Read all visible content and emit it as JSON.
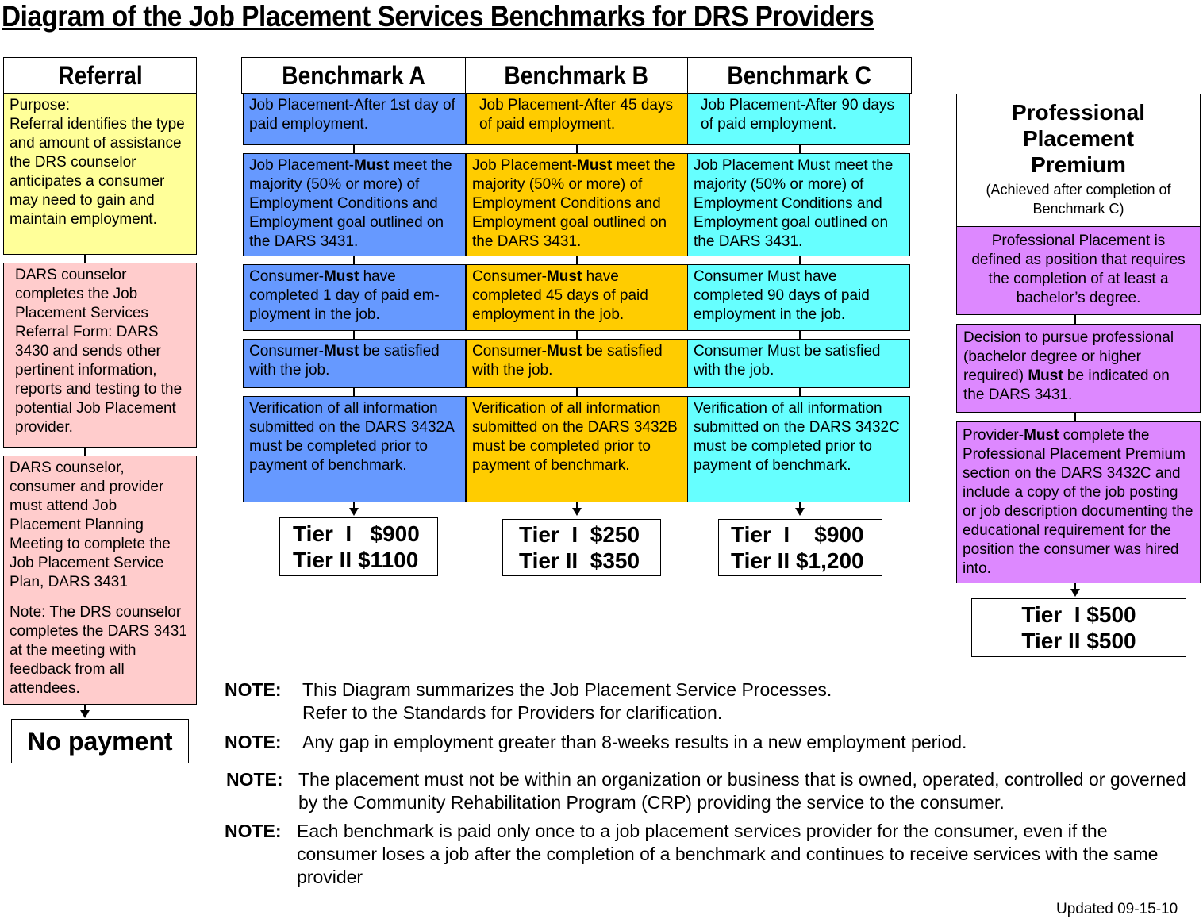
{
  "title": "Diagram of the Job Placement Services Benchmarks for DRS Providers",
  "referral": {
    "header": "Referral",
    "purpose_label": "Purpose:",
    "purpose_text": "Referral identifies the type and amount of assistance the DRS counselor anticipates a consumer may need to gain and maintain employment.",
    "step1": "DARS counselor completes the Job Placement Services Referral Form: DARS 3430 and sends other pertinent information, reports and testing  to the potential Job Placement provider.",
    "step2": "DARS  counselor, consumer and provider must attend Job Placement Planning Meeting to complete the Job Placement Service Plan, DARS 3431",
    "step2_note": "Note: The DRS counselor completes the DARS 3431 at the meeting with feedback from all attendees.",
    "payment": "No payment"
  },
  "benchmarks": {
    "a": {
      "header": "Benchmark A",
      "r1": "Job Placement-After 1st day of paid employment.",
      "r2_pre": "Job Placement-",
      "r2_bold": "Must",
      "r2_post": " meet the majority (50% or more) of Employment Conditions and Employment goal outlined on the DARS 3431.",
      "r3_pre": "Consumer-",
      "r3_bold": "Must",
      "r3_post": " have completed 1 day of  paid em-ployment in the job.",
      "r4_pre": "Consumer-",
      "r4_bold": "Must",
      "r4_post": " be satisfied with the job.",
      "r5": "Verification of all information submitted on the DARS 3432A must be completed prior to payment of benchmark.",
      "tier1": "Tier  I   $900",
      "tier2": "Tier II $1100"
    },
    "b": {
      "header": "Benchmark B",
      "r1": "Job Placement-After 45 days of paid employment.",
      "r2_pre": "Job Placement-",
      "r2_bold": "Must",
      "r2_post": " meet the majority (50% or more) of Employment Conditions and Employment goal outlined on the DARS 3431.",
      "r3_pre": "Consumer-",
      "r3_bold": "Must",
      "r3_post": " have completed 45 days of paid employment in the job.",
      "r4_pre": "Consumer-",
      "r4_bold": "Must",
      "r4_post": " be satisfied with the job.",
      "r5": "Verification of all information submitted on the DARS 3432B must be completed prior to payment of benchmark.",
      "tier1": "Tier  I  $250",
      "tier2": "Tier II  $350"
    },
    "c": {
      "header": "Benchmark C",
      "r1": "Job Placement-After 90 days of paid employment.",
      "r2": "Job Placement Must meet the majority (50% or more) of Employment Conditions and Employment goal outlined on the DARS 3431.",
      "r3": "Consumer Must have completed 90 days of paid employment in the job.",
      "r4": "Consumer Must be satisfied with the job.",
      "r5": "Verification of all information submitted on the DARS 3432C must be completed prior to payment of benchmark.",
      "tier1": "Tier  I    $900",
      "tier2": "Tier II $1,200"
    }
  },
  "premium": {
    "header": "Professional Placement Premium",
    "subheader": "(Achieved after completion of Benchmark C)",
    "def": "Professional Placement is defined as position that requires the completion of at least a bachelor’s degree.",
    "decision_pre": "Decision to pursue professional (bachelor degree or higher required) ",
    "decision_bold": "Must",
    "decision_post": " be indicated on the DARS 3431.",
    "provider_pre": "Provider-",
    "provider_bold": "Must",
    "provider_post": " complete the Professional Placement Premium section on the DARS 3432C and include a copy of the job posting or job description documenting the educational requirement for the position the consumer was hired into.",
    "tier1": "Tier  I $500",
    "tier2": "Tier II $500"
  },
  "notes": [
    {
      "label": "NOTE:",
      "text": "This Diagram summarizes the Job Placement Service Processes.",
      "text2": "Refer to the Standards for Providers for clarification."
    },
    {
      "label": "NOTE:",
      "text": "Any gap in employment greater than 8-weeks results in a new employment period."
    },
    {
      "label": "NOTE:",
      "text": "The placement must not be within an organization or business that is owned, operated, controlled or governed by the Community Rehabilitation Program (CRP) providing the service to the consumer."
    },
    {
      "label": "NOTE:",
      "text": "Each benchmark is paid only once to a job placement services provider for the consumer, even if the consumer loses a job after the completion of a benchmark and continues to receive services with the same provider"
    }
  ],
  "updated": "Updated 09-15-10"
}
